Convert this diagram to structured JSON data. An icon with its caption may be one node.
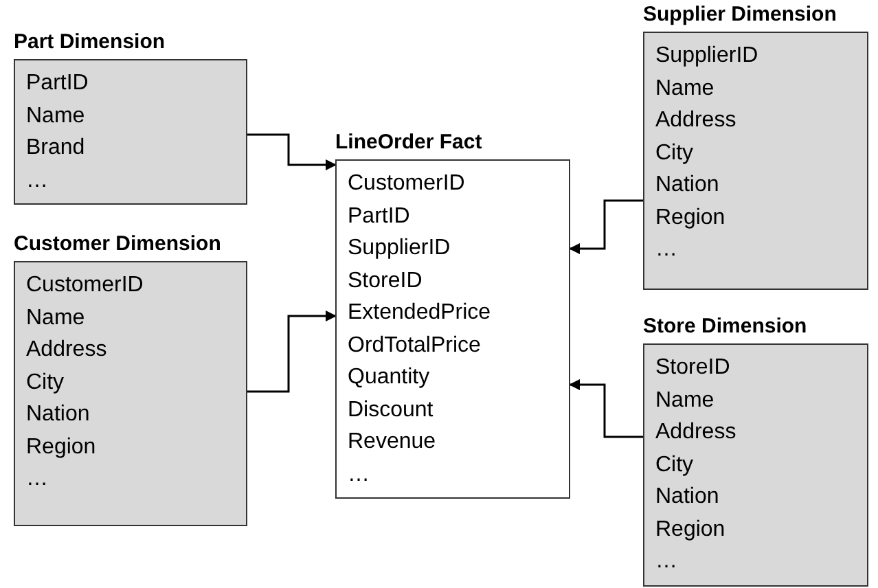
{
  "diagram": {
    "nodes": [
      {
        "text": [
          "Part Dimension",
          "PartID",
          "Name",
          "Brand",
          "…"
        ]
      },
      {
        "text": [
          "LineOrder Fact",
          "CustomerID",
          "PartID",
          "SupplierID",
          "StoreID",
          "ExtendedPrice",
          "OrdTotalPrice",
          "Quantity",
          "Discount",
          "Revenue",
          "…"
        ]
      },
      {
        "text": [
          "Supplier Dimension",
          "SupplierID",
          "Name",
          "Address",
          "City",
          "Nation",
          "Region",
          "…"
        ]
      },
      {
        "text": [
          "Customer Dimension",
          "CustomerID",
          "Name",
          "Address",
          "City",
          "Nation",
          "Region",
          "…"
        ]
      },
      {
        "text": [
          "Store Dimension",
          "StoreID",
          "Name",
          "Address",
          "City",
          "Nation",
          "Region",
          "…"
        ]
      }
    ],
    "edges": [
      {
        "from": 0,
        "to": 1,
        "arrow": "to"
      },
      {
        "from": 3,
        "to": 1,
        "arrow": "to"
      },
      {
        "from": 2,
        "to": 1,
        "arrow": "to"
      },
      {
        "from": 4,
        "to": 1,
        "arrow": "to"
      }
    ]
  }
}
